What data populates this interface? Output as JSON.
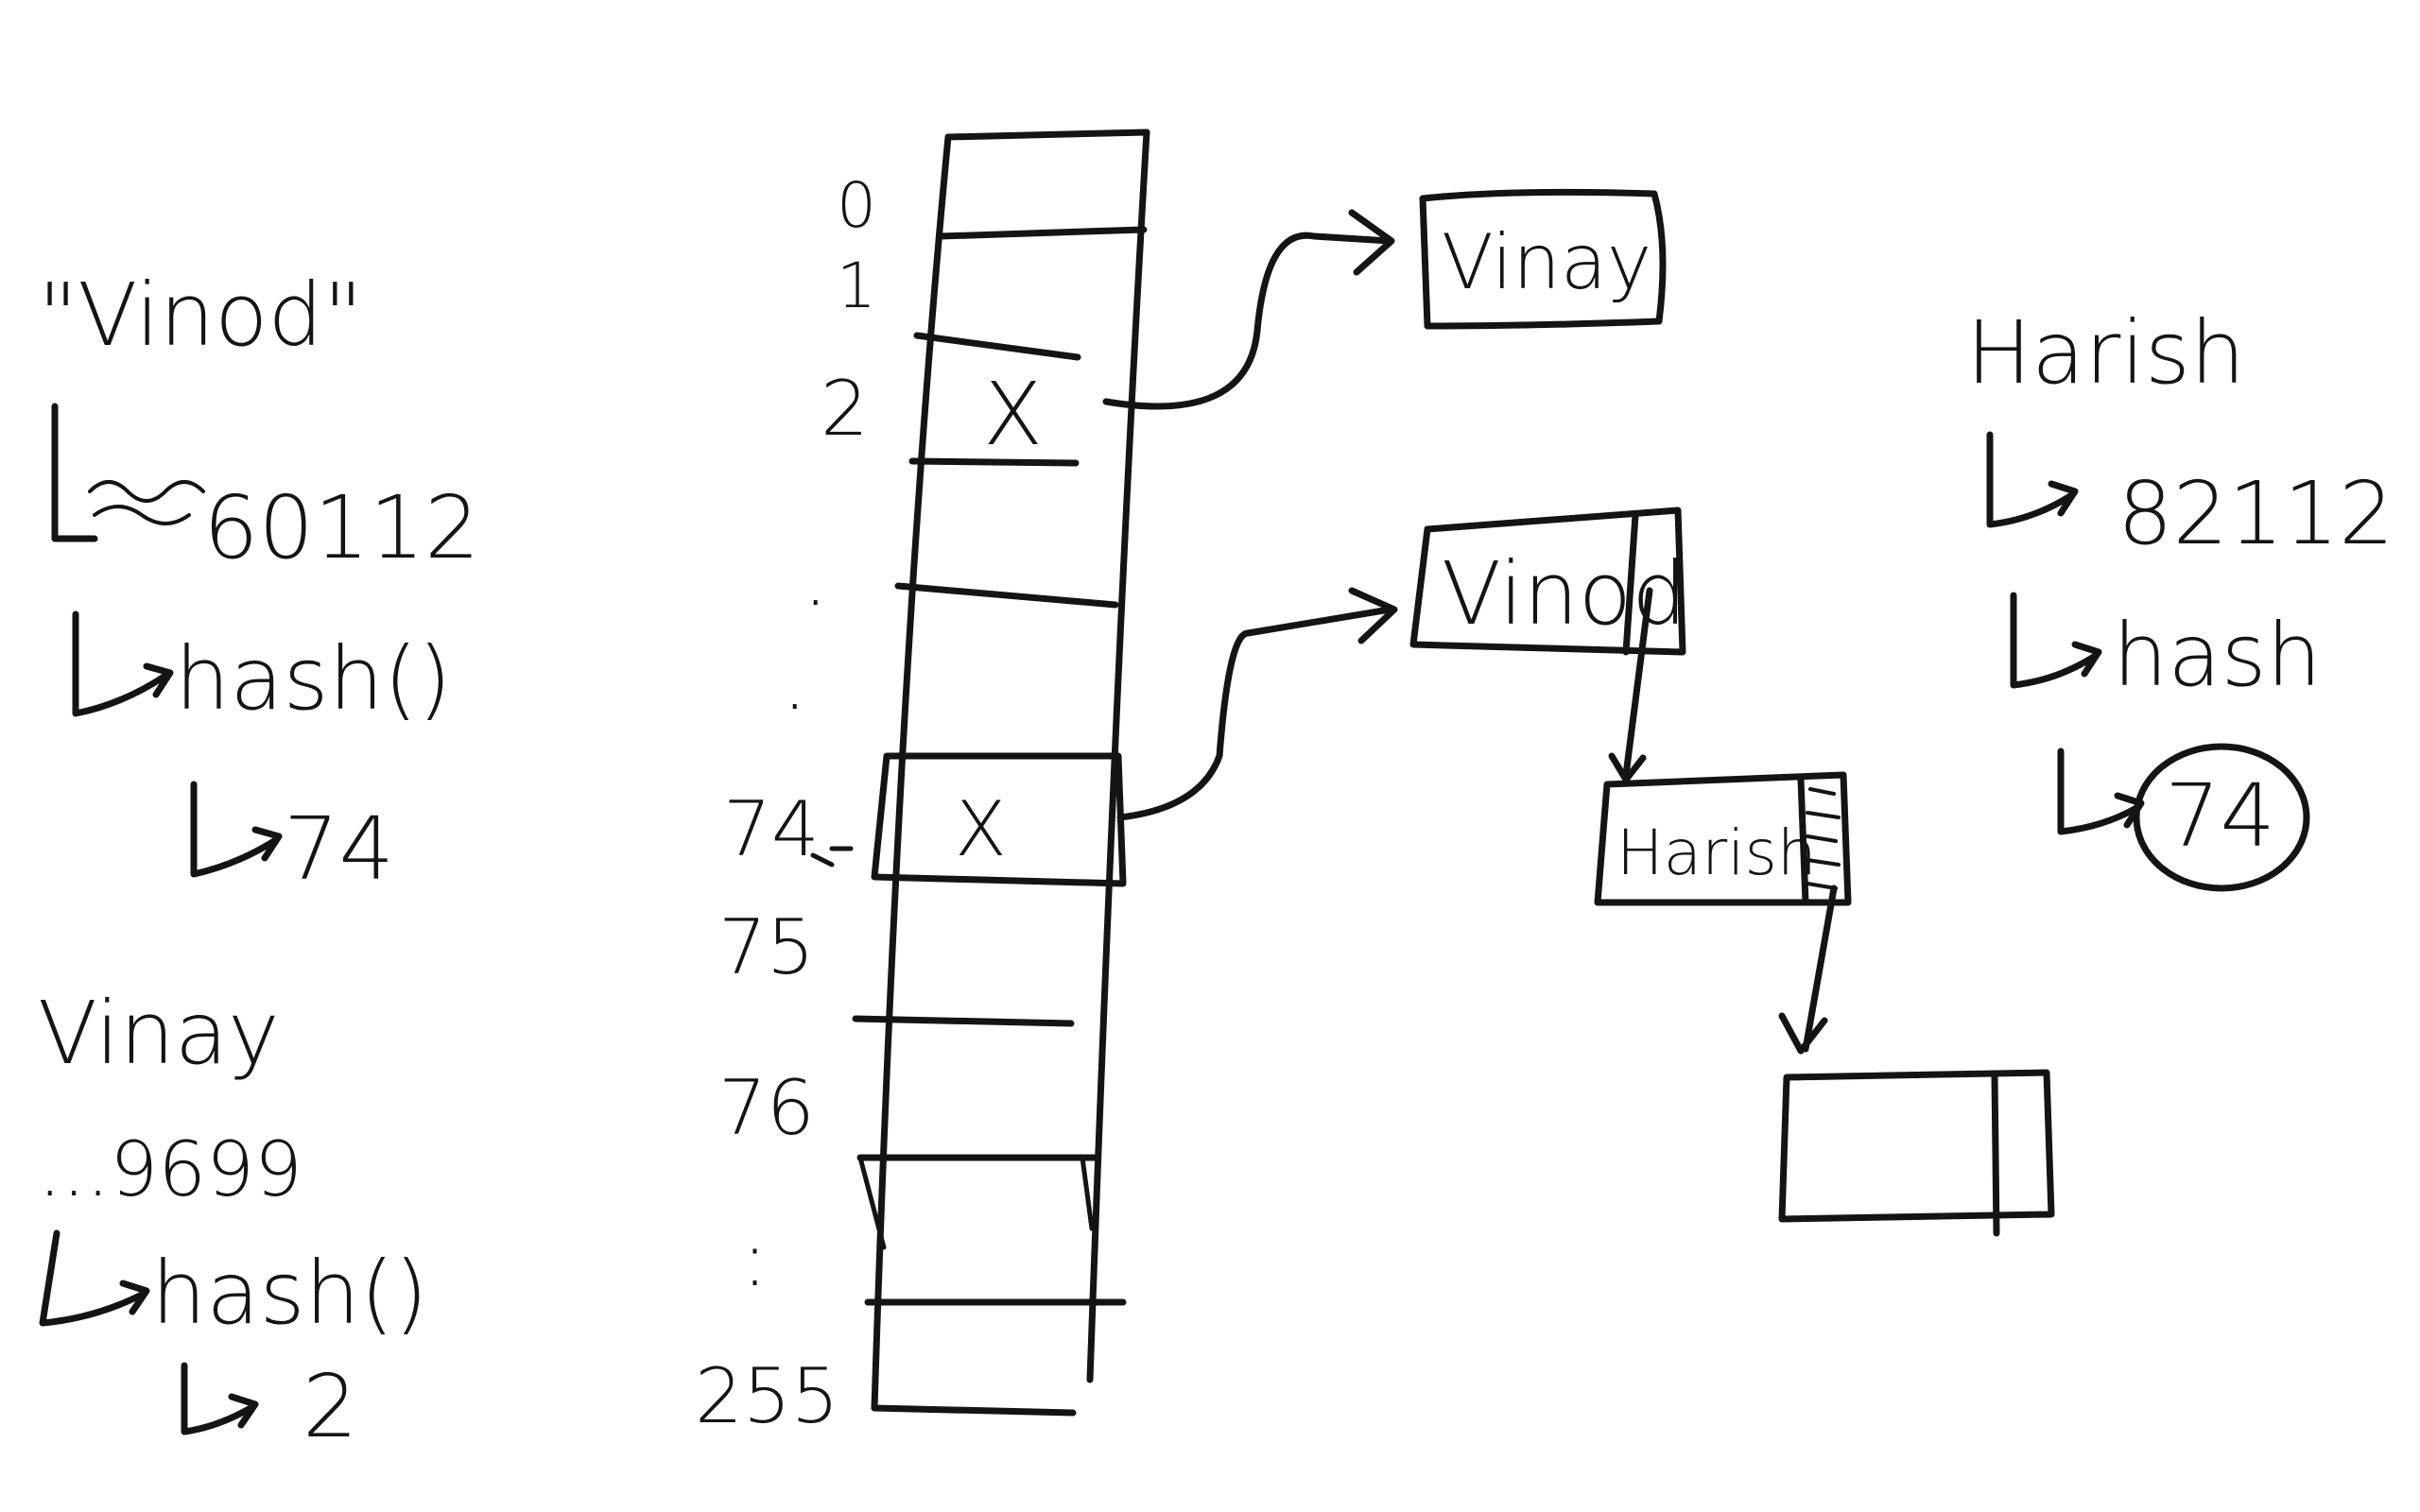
{
  "left_notes": {
    "vinod_key": "\"Vinod\"",
    "vinod_phone": "60112",
    "vinod_hash_fn": "hash()",
    "vinod_hash_value": "74",
    "vinay_key": "Vinay",
    "vinay_phone": "...9699",
    "vinay_hash_fn": "hash()",
    "vinay_hash_value": "2"
  },
  "right_notes": {
    "harish_key": "Harish",
    "harish_phone": "82112",
    "harish_hash_fn": "hash",
    "harish_hash_value": "74"
  },
  "table": {
    "index_labels": [
      "0",
      "1",
      "2",
      ".",
      ".",
      "74",
      "75",
      "76",
      ":",
      "255"
    ],
    "slot_marks": {
      "slot_2": "X",
      "slot_74": "X"
    }
  },
  "nodes": {
    "vinay_node": "Vinay",
    "vinod_node": "Vinod",
    "harish_node": "Harish"
  }
}
